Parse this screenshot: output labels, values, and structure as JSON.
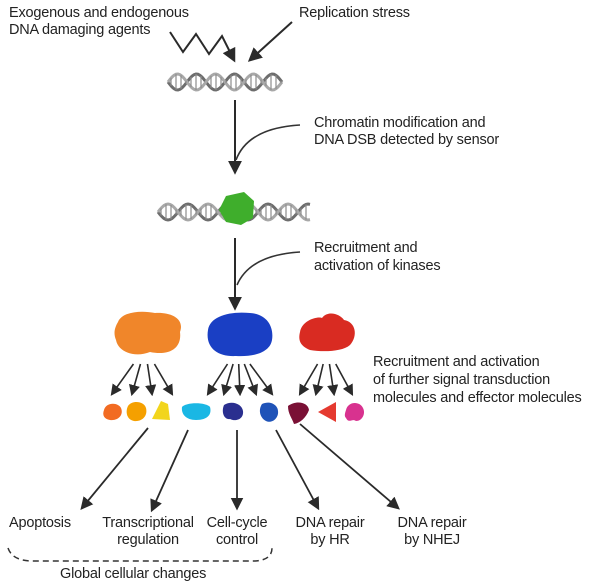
{
  "top": {
    "agents_line1": "Exogenous and endogenous",
    "agents_line2": "DNA damaging agents",
    "replication_stress": "Replication stress"
  },
  "steps": {
    "sensor_line1": "Chromatin modification and",
    "sensor_line2": "DNA DSB detected by sensor",
    "kinases_line1": "Recruitment and",
    "kinases_line2": "activation of kinases",
    "effectors_line1": "Recruitment and activation",
    "effectors_line2": "of further signal transduction",
    "effectors_line3": "molecules and effector molecules"
  },
  "outcomes": [
    {
      "line1": "Apoptosis",
      "line2": ""
    },
    {
      "line1": "Transcriptional",
      "line2": "regulation"
    },
    {
      "line1": "Cell-cycle",
      "line2": "control"
    },
    {
      "line1": "DNA repair",
      "line2": "by HR"
    },
    {
      "line1": "DNA repair",
      "line2": "by NHEJ"
    }
  ],
  "global_label": "Global cellular changes",
  "colors": {
    "kinase_left": "#f0862a",
    "kinase_middle": "#1a3fc4",
    "kinase_right": "#d92b22",
    "sensor": "#3fae2c",
    "effectors": [
      "#f26b22",
      "#f5a000",
      "#f2d51c",
      "#1ab7e4",
      "#2a2f8f",
      "#1f53b8",
      "#7a1035",
      "#e53a30",
      "#d8328f"
    ]
  }
}
